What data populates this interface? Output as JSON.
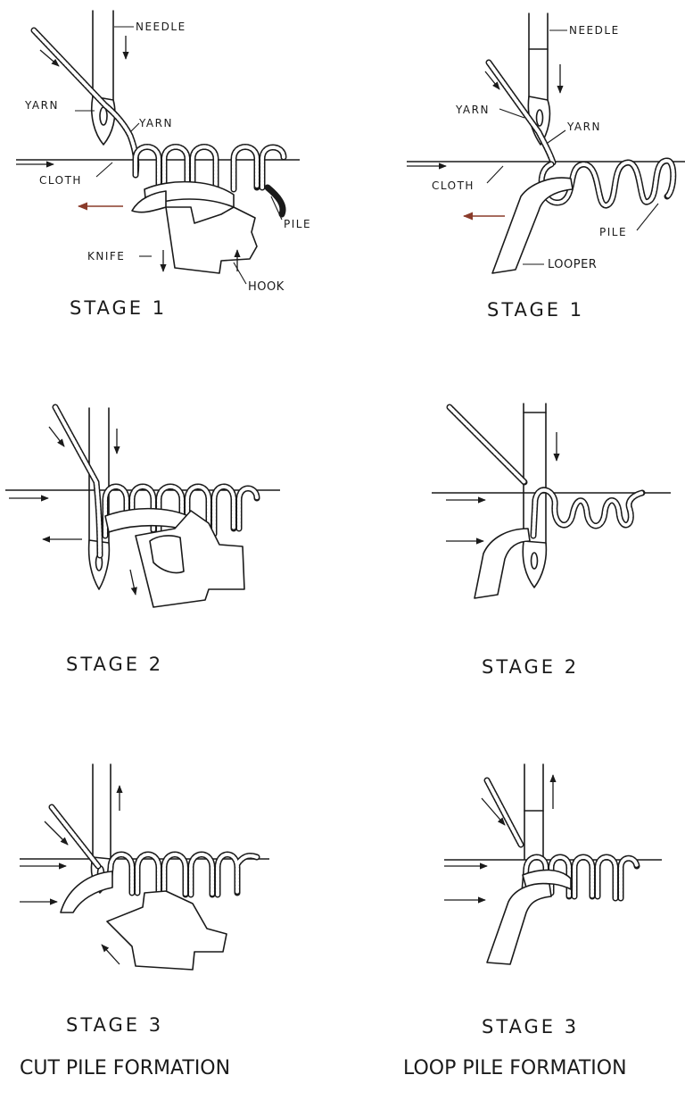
{
  "labels": {
    "needle": "NEEDLE",
    "yarn": "YARN",
    "cloth": "CLOTH",
    "pile": "PILE",
    "knife": "KNIFE",
    "hook": "HOOK",
    "looper": "LOOPER"
  },
  "stages": {
    "cut_1": "STAGE 1",
    "cut_2": "STAGE 2",
    "cut_3": "STAGE 3",
    "loop_1": "STAGE 1",
    "loop_2": "STAGE 2",
    "loop_3": "STAGE 3"
  },
  "captions": {
    "cut": "CUT PILE FORMATION",
    "loop": "LOOP PILE FORMATION"
  }
}
